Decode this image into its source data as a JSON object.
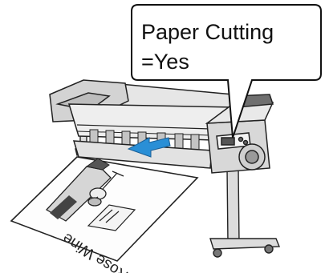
{
  "callout": {
    "line1": "Paper Cutting",
    "line2": "=Yes"
  },
  "poster": {
    "title": "Rose Wine"
  },
  "icons": [
    "printer-icon",
    "cut-direction-arrow-icon",
    "speech-bubble-icon",
    "wine-bottle-icon",
    "wine-glass-icon"
  ],
  "colors": {
    "line": "#222222",
    "printer_light": "#e8e8e8",
    "printer_mid": "#c8c8c8",
    "printer_dark": "#6f6f6f",
    "arrow": "#2a8fd6",
    "poster_bg": "#fdfdfd"
  }
}
